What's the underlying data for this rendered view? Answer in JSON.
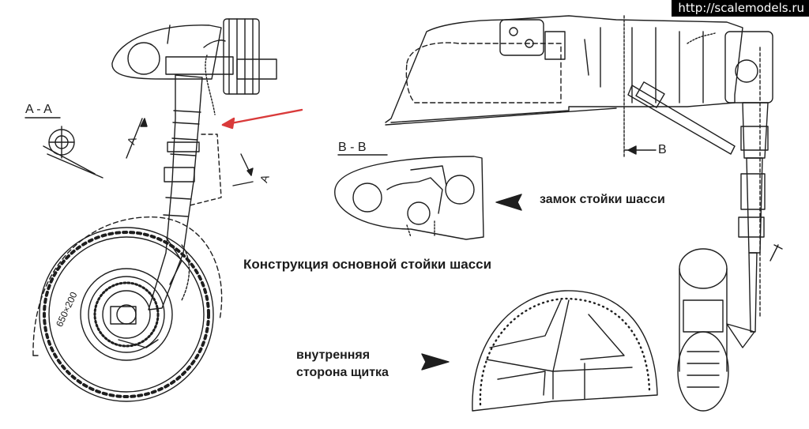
{
  "watermark": "http://scalemodels.ru",
  "labels": {
    "section_aa": "A - A",
    "section_bb": "B - B",
    "arrow_a": "A",
    "arrow_b": "B",
    "title": "Конструкция основной стойки шасси",
    "lock": "замок стойки шасси",
    "inner_side_line1": "внутренняя",
    "inner_side_line2": "сторона щитка",
    "tire": "650×200"
  },
  "colors": {
    "ink": "#1e1e1e",
    "highlight_arrow": "#d93a3a",
    "background": "#ffffff"
  }
}
